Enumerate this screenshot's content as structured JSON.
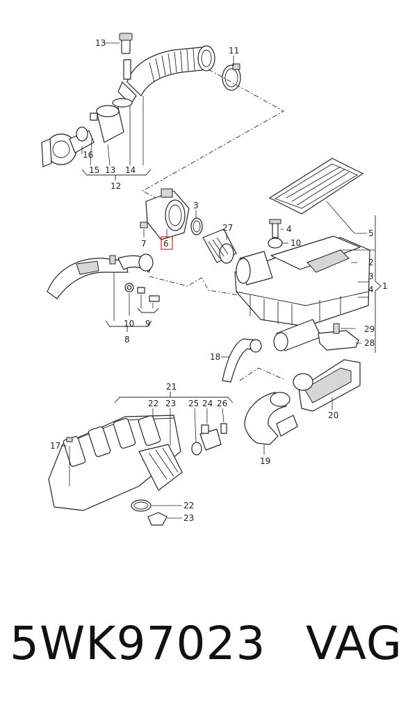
{
  "diagram": {
    "callouts": {
      "c13_top": "13",
      "c11": "11",
      "c16": "16",
      "c15": "15",
      "c13_bot": "13",
      "c14": "14",
      "c12": "12",
      "c3_ring": "3",
      "c27": "27",
      "c4": "4",
      "c10_right": "10",
      "c5": "5",
      "c2": "2",
      "c3_right": "3",
      "c4_right": "4",
      "c1": "1",
      "c7": "7",
      "c6": "6",
      "c10_left": "10",
      "c9": "9",
      "c8": "8",
      "c29": "29",
      "c28": "28",
      "c18": "18",
      "c20": "20",
      "c19": "19",
      "c21": "21",
      "c22_top": "22",
      "c23_top": "23",
      "c25": "25",
      "c24": "24",
      "c26": "26",
      "c17": "17",
      "c22_bot": "22",
      "c23_bot": "23"
    },
    "highlight_color": "#dd2222"
  },
  "caption": {
    "part_number": "5WK97023",
    "brand": "VAG"
  }
}
